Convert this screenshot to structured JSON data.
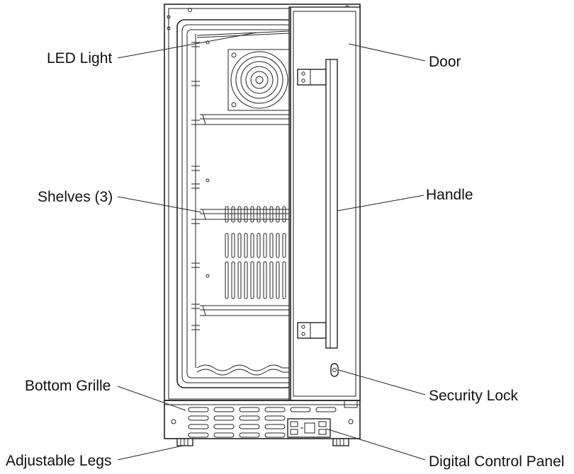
{
  "labels": {
    "led_light": "LED Light",
    "shelves": "Shelves (3)",
    "bottom_grille": "Bottom Grille",
    "adjustable_legs": "Adjustable Legs",
    "door": "Door",
    "handle": "Handle",
    "security_lock": "Security Lock",
    "digital_control_panel": "Digital Control Panel"
  }
}
